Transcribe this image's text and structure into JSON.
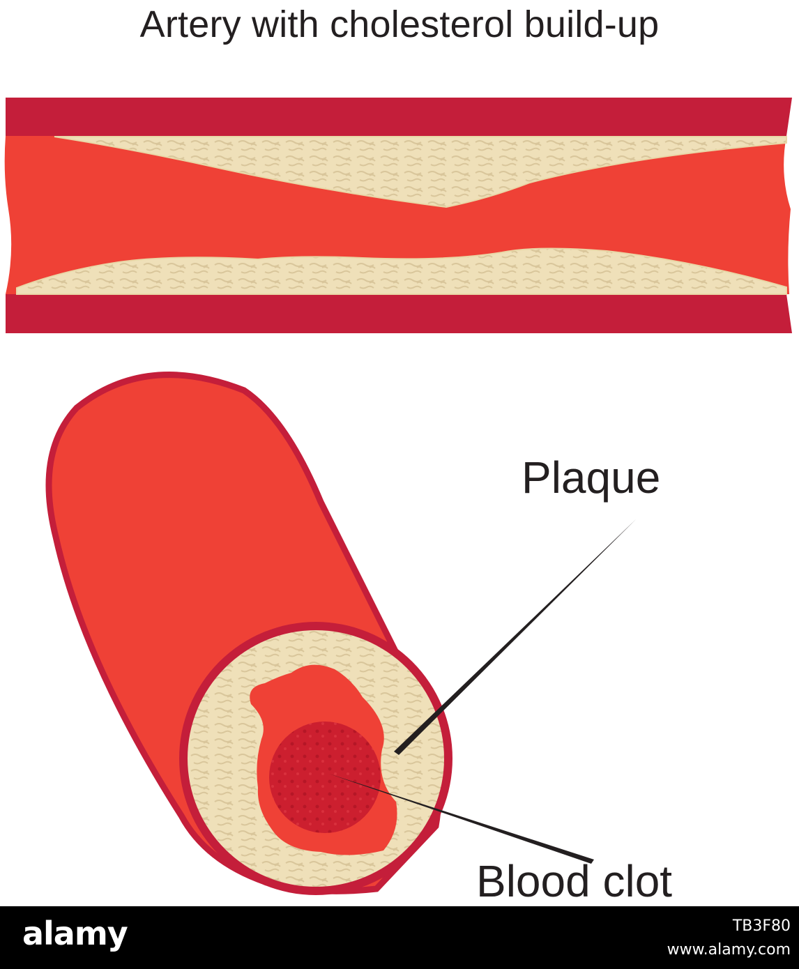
{
  "title": "Artery with cholesterol build-up",
  "labels": {
    "plaque": "Plaque",
    "blood_clot": "Blood clot"
  },
  "colors": {
    "artery_wall": "#c41e3a",
    "blood": "#ef4136",
    "plaque": "#efe0b9",
    "plaque_texture": "#d8c598",
    "clot": "#cc1f2f",
    "text": "#231f20"
  },
  "footer": {
    "logo": "alamy",
    "image_id": "TB3F80",
    "site": "www.alamy.com"
  }
}
